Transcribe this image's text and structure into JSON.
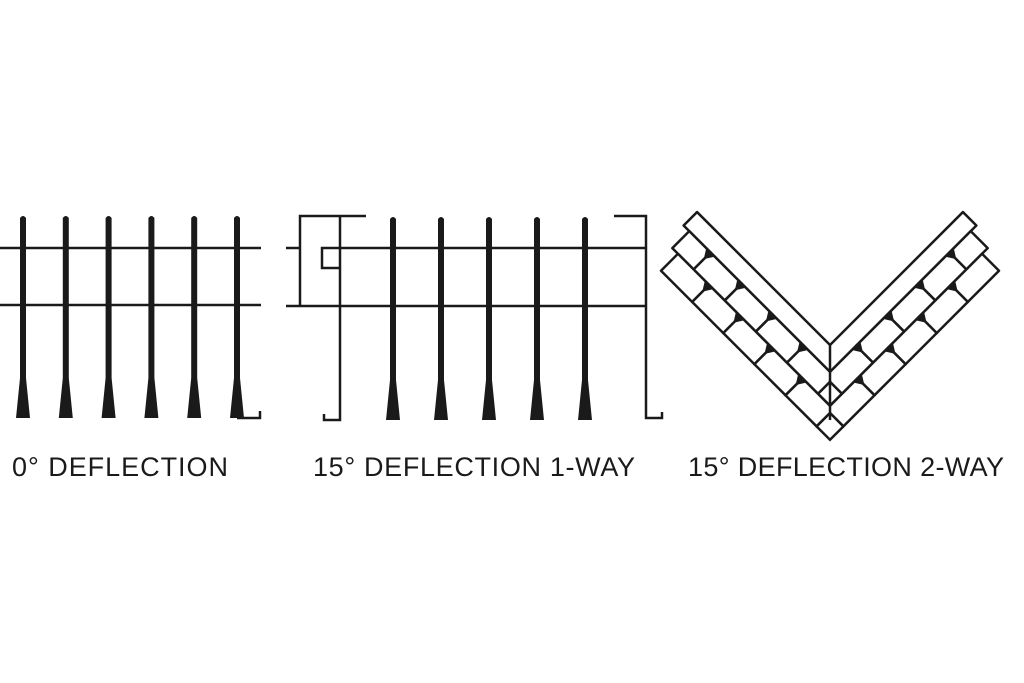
{
  "panels": [
    {
      "label": "0° DEFLECTION",
      "bar_count": 6
    },
    {
      "label": "15° DEFLECTION 1-WAY",
      "bar_count": 5
    },
    {
      "label": "15° DEFLECTION 2-WAY"
    }
  ],
  "colors": {
    "ink": "#1a1a1a",
    "background": "#ffffff"
  }
}
